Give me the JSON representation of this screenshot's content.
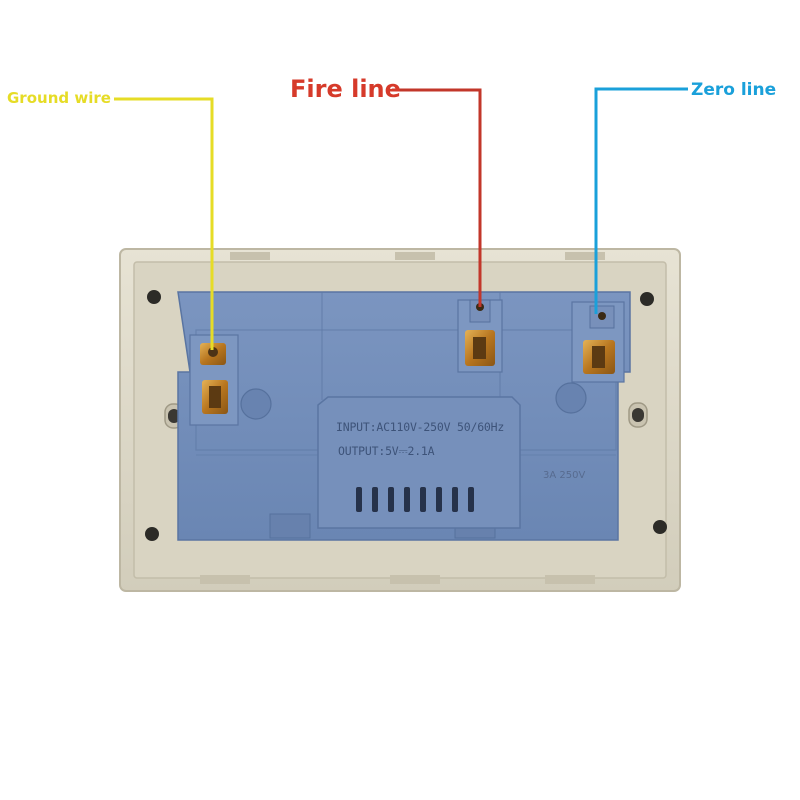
{
  "labels": {
    "ground": "Ground wire",
    "fire": "Fire line",
    "zero": "Zero line"
  },
  "module_text": {
    "input": "INPUT:AC110V-250V 50/60Hz",
    "output": "OUTPUT:5V⎓2.1A",
    "plate": "3A 250V"
  },
  "colors": {
    "ground": "#e6dc26",
    "fire": "#c2362a",
    "zero": "#1aa0da",
    "plate": "#d6d1bf",
    "backing": "#6f8cba",
    "terminal": "#c9882f"
  }
}
